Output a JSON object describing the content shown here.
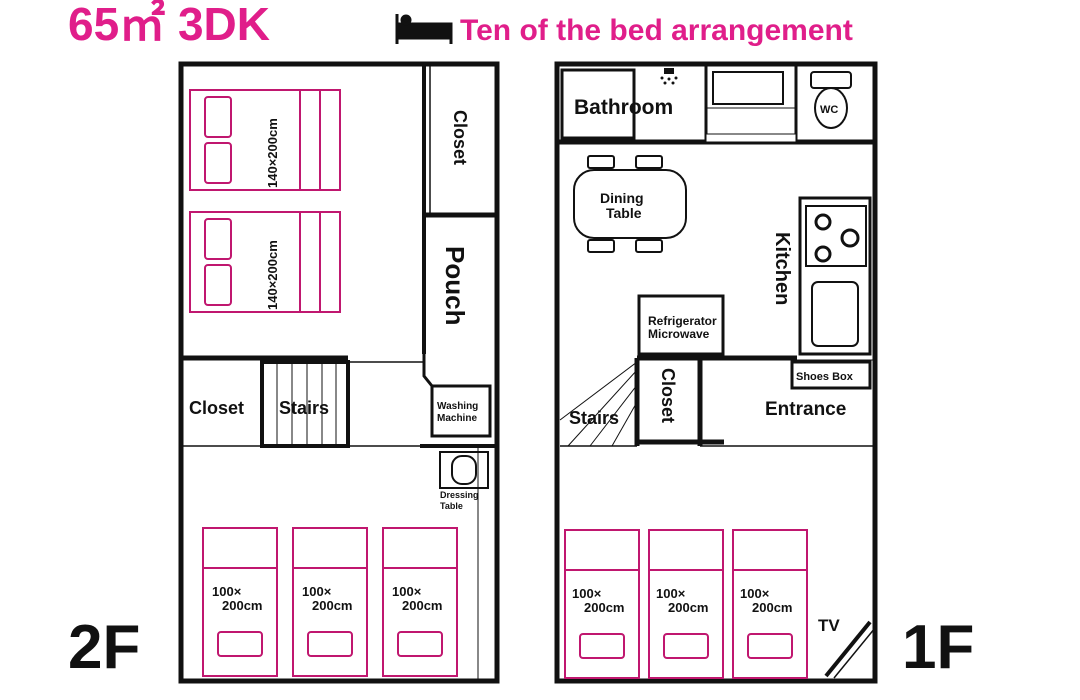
{
  "header": {
    "area": "65㎡ 3DK",
    "subtitle": "Ten of the bed arrangement",
    "bed_icon": "bed-icon"
  },
  "floor2": {
    "label": "2F",
    "rooms": {
      "closet_top": "Closet",
      "pouch": "Pouch",
      "closet_left": "Closet",
      "stairs": "Stairs",
      "washing_1": "Washing",
      "washing_2": "Machine",
      "dressing_1": "Dressing",
      "dressing_2": "Table"
    },
    "double_beds": [
      "140×200cm",
      "140×200cm"
    ],
    "single_beds": [
      {
        "line1": "100×",
        "line2": "200cm"
      },
      {
        "line1": "100×",
        "line2": "200cm"
      },
      {
        "line1": "100×",
        "line2": "200cm"
      }
    ]
  },
  "floor1": {
    "label": "1F",
    "rooms": {
      "bathroom": "Bathroom",
      "wc": "WC",
      "dining_1": "Dining",
      "dining_2": "Table",
      "kitchen": "Kitchen",
      "fridge_1": "Refrigerator",
      "fridge_2": "Microwave",
      "shoes_box": "Shoes Box",
      "stairs": "Stairs",
      "closet": "Closet",
      "entrance": "Entrance",
      "tv": "TV"
    },
    "single_beds": [
      {
        "line1": "100×",
        "line2": "200cm"
      },
      {
        "line1": "100×",
        "line2": "200cm"
      },
      {
        "line1": "100×",
        "line2": "200cm"
      }
    ]
  },
  "colors": {
    "accent": "#e01e8a",
    "wall": "#111111"
  }
}
